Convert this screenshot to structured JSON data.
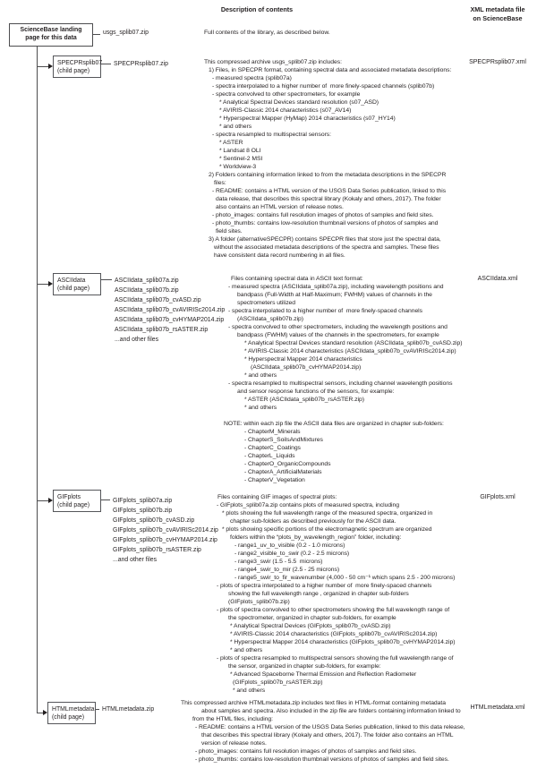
{
  "header": {
    "description_title": "Description of contents",
    "xml_title": "XML metadata file\non ScienceBase"
  },
  "root": {
    "box_label": "ScienceBase landing\npage for this data",
    "zip": "usgs_splib07.zip",
    "description": "Full contents of the library, as described below."
  },
  "colors": {
    "text": "#231f20",
    "lines": "#4d4d4f",
    "box_border": "#55565a",
    "background": "#ffffff"
  },
  "icons": {
    "branch_arrow": "right-arrowhead"
  },
  "sections": [
    {
      "id": "specpr",
      "box_title": "SPECPRsplib07",
      "box_subtitle": "(child page)",
      "zips": [
        "SPECPRsplib07.zip"
      ],
      "xml": "SPECPRsplib07.xml",
      "desc_lines": [
        {
          "i": 0,
          "t": "This compressed archive usgs_splib07.zip includes:"
        },
        {
          "i": 5,
          "t": "1) Files, in SPECPR format, containing spectral data and associated metadata descriptions:"
        },
        {
          "i": 9,
          "t": "- measured spectra (splib07a)"
        },
        {
          "i": 9,
          "t": "- spectra interpolated to a higher number of  more finely-spaced channels (splib07b)"
        },
        {
          "i": 9,
          "t": "- spectra convolved to other spectrometers, for example"
        },
        {
          "i": 17,
          "t": "* Analytical Spectral Devices standard resolution (s07_ASD)"
        },
        {
          "i": 17,
          "t": "* AVIRIS-Classic 2014 characteristics (s07_AV14)"
        },
        {
          "i": 17,
          "t": "* Hyperspectral Mapper (HyMap) 2014 characteristics (s07_HY14)"
        },
        {
          "i": 17,
          "t": "* and others"
        },
        {
          "i": 9,
          "t": "- spectra resampled to multispectral sensors:"
        },
        {
          "i": 17,
          "t": "* ASTER"
        },
        {
          "i": 17,
          "t": "* Landsat 8 OLI"
        },
        {
          "i": 17,
          "t": "* Sentinel-2 MSI"
        },
        {
          "i": 17,
          "t": "* Worldview-3"
        },
        {
          "i": 5,
          "t": "2) Folders containing information linked to from the metadata descriptions in the SPECPR"
        },
        {
          "i": 11,
          "t": "files:"
        },
        {
          "i": 9,
          "t": "- README: contains a HTML version of the USGS Data Series publication, linked to this"
        },
        {
          "i": 13,
          "t": "data release, that describes this spectral library (Kokaly and others, 2017). The folder"
        },
        {
          "i": 13,
          "t": "also contains an HTML version of release notes."
        },
        {
          "i": 9,
          "t": "- photo_images: contains full resolution images of photos of samples and field sites."
        },
        {
          "i": 9,
          "t": "- photo_thumbs: contains low-resolution thumbnail versions of photos of samples and"
        },
        {
          "i": 13,
          "t": "field sites."
        },
        {
          "i": 5,
          "t": "3) A folder (alternativeSPECPR) contains SPECPR files that store just the spectral data,"
        },
        {
          "i": 11,
          "t": "without the associated metadata descriptions of the spectra and samples. These files"
        },
        {
          "i": 11,
          "t": "have consistent data record numbering in all files."
        }
      ]
    },
    {
      "id": "ascii",
      "box_title": "ASCIIdata",
      "box_subtitle": "(child page)",
      "zips": [
        "ASCIIdata_splib07a.zip",
        "ASCIIdata_splib07b.zip",
        "ASCIIdata_splib07b_cvASD.zip",
        "ASCIIdata_splib07b_cvAVIRISc2014.zip",
        "ASCIIdata_splib07b_cvHYMAP2014.zip",
        "ASCIIdata_splib07b_rsASTER.zip",
        "...and other files"
      ],
      "xml": "ASCIIdata.xml",
      "desc_lines": [
        {
          "i": 0,
          "t": "Files containing spectral data in ASCII text format:"
        },
        {
          "i": -3,
          "t": "- measured spectra (ASCIIdata_splib07a.zip), including wavelength positions and"
        },
        {
          "i": 7,
          "t": "bandpass (Full-Width at Half-Maximum; FWHM) values of channels in the"
        },
        {
          "i": 7,
          "t": "spectrometers utilized"
        },
        {
          "i": -3,
          "t": "- spectra interpolated to a higher number of  more finely-spaced channels"
        },
        {
          "i": 7,
          "t": "(ASCIIdata_splib07b.zip)"
        },
        {
          "i": -3,
          "t": "- spectra convolved to other spectrometers, including the wavelength positions and"
        },
        {
          "i": 7,
          "t": "bandpass (FWHM) values of the channels in the spectrometers, for example"
        },
        {
          "i": 15,
          "t": "* Analytical Spectral Devices standard resolution (ASCIIdata_splib07b_cvASD.zip)"
        },
        {
          "i": 15,
          "t": "* AVIRIS-Classic 2014 characteristics (ASCIIdata_splib07b_cvAVIRISc2014.zip)"
        },
        {
          "i": 15,
          "t": "* Hyperspectral Mapper 2014 characteristics"
        },
        {
          "i": 22,
          "t": "(ASCIIdata_splib07b_cvHYMAP2014.zip)"
        },
        {
          "i": 15,
          "t": "* and others"
        },
        {
          "i": -3,
          "t": "- spectra resampled to multispectral sensors, including channel wavelength positions"
        },
        {
          "i": 7,
          "t": "and sensor response functions of the sensors, for example:"
        },
        {
          "i": 15,
          "t": "* ASTER (ASCIIdata_splib07b_rsASTER.zip)"
        },
        {
          "i": 15,
          "t": "* and others"
        },
        {
          "i": 0,
          "t": ""
        },
        {
          "i": -8,
          "t": "NOTE: within each zip file the ASCII data files are organized in chapter sub-folders:"
        },
        {
          "i": 15,
          "t": "- ChapterM_Minerals"
        },
        {
          "i": 15,
          "t": "- ChapterS_SoilsAndMixtures"
        },
        {
          "i": 15,
          "t": "- ChapterC_Coatings"
        },
        {
          "i": 15,
          "t": "- ChapterL_Liquids"
        },
        {
          "i": 15,
          "t": "- ChapterO_OrganicCompounds"
        },
        {
          "i": 15,
          "t": "- ChapterA_ArtificialMaterials"
        },
        {
          "i": 15,
          "t": "- ChapterV_Vegetation"
        }
      ]
    },
    {
      "id": "gif",
      "box_title": "GIFplots",
      "box_subtitle": "(child page)",
      "zips": [
        "GIFplots_splib07a.zip",
        "GIFplots_splib07b.zip",
        "GIFplots_splib07b_cvASD.zip",
        "GIFplots_splib07b_cvAVIRISc2014.zip",
        "GIFplots_splib07b_cvHYMAP2014.zip",
        "GIFplots_splib07b_rsASTER.zip",
        "...and other files"
      ],
      "xml": "GIFplots.xml",
      "desc_lines": [
        {
          "i": 0,
          "t": "Files containing GIF images of spectral plots:"
        },
        {
          "i": -1,
          "t": "- GIFplots_splib07a.zip contains plots of measured spectra, including"
        },
        {
          "i": 5,
          "t": "* plots showing the full wavelength range of the measured spectra, organized in"
        },
        {
          "i": 14,
          "t": "chapter sub-folders as described previously for the ASCII data."
        },
        {
          "i": 5,
          "t": "* plots showing specific portions of the electromagnetic spectrum are organized"
        },
        {
          "i": 14,
          "t": "folders within the “plots_by_wavelength_region” folder, including:"
        },
        {
          "i": 19,
          "t": "- range1_uv_to_visible (0.2 - 1.0 microns)"
        },
        {
          "i": 19,
          "t": "- range2_visible_to_swir (0.2 - 2.5 microns)"
        },
        {
          "i": 19,
          "t": "- range3_swir (1.5 - 5.5  microns)"
        },
        {
          "i": 19,
          "t": "- range4_swir_to_mir (2.5 - 25 microns)"
        },
        {
          "i": 19,
          "t": "- range5_swir_to_fir_wavenumber (4,000 - 50 cm⁻¹ which spans 2.5 - 200 microns)"
        },
        {
          "i": -1,
          "t": "- plots of spectra interpolated to a higher number of  more finely-spaced channels"
        },
        {
          "i": 12,
          "t": "showing the full wavelength range , organized in chapter sub-folders"
        },
        {
          "i": 12,
          "t": "(GIFplots_splib07b.zip)"
        },
        {
          "i": -1,
          "t": "- plots of spectra convolved to other spectrometers showing the full wavelength range of"
        },
        {
          "i": 12,
          "t": "the spectrometer, organized in chapter sub-folders, for example"
        },
        {
          "i": 14,
          "t": "* Analytical Spectral Devices (GIFplots_splib07b_cvASD.zip)"
        },
        {
          "i": 14,
          "t": "* AVIRIS-Classic 2014 characteristics (GIFplots_splib07b_cvAVIRISc2014.zip)"
        },
        {
          "i": 14,
          "t": "* Hyperspectral Mapper 2014 characteristics (GIFplots_splib07b_cvHYMAP2014.zip)"
        },
        {
          "i": 14,
          "t": "* and others"
        },
        {
          "i": -1,
          "t": "- plots of spectra resampled to multispectral sensors showing the full wavelength range of"
        },
        {
          "i": 12,
          "t": "the sensor, organized in chapter sub-folders, for example:"
        },
        {
          "i": 14,
          "t": "* Advanced Spaceborne Thermal Emission and Reflection Radiometer"
        },
        {
          "i": 17,
          "t": "(GIFplots_splib07b_rsASTER.zip)"
        },
        {
          "i": 17,
          "t": "* and others"
        }
      ]
    },
    {
      "id": "html",
      "box_title": "HTMLmetadata",
      "box_subtitle": "(child page)",
      "zips": [
        "HTMLmetadata.zip"
      ],
      "xml": "HTMLmetadata.xml",
      "desc_lines": [
        {
          "i": 0,
          "t": "This compressed archive HTMLmetadata.zip includes text files in HTML-format containing metadata"
        },
        {
          "i": 23,
          "t": "about samples and spectra. Also included in the zip file are folders containing information linked to"
        },
        {
          "i": 13,
          "t": "from the HTML files, including:"
        },
        {
          "i": 16,
          "t": "- README: contains a HTML version of the USGS Data Series publication, linked to this data release,"
        },
        {
          "i": 23,
          "t": "that describes this spectral library (Kokaly and others, 2017). The folder also contains an HTML"
        },
        {
          "i": 23,
          "t": "version of release notes."
        },
        {
          "i": 16,
          "t": "- photo_images: contains full resolution images of photos of samples and field sites."
        },
        {
          "i": 16,
          "t": "- photo_thumbs: contains low-resolution thumbnail versions of photos of samples and field sites."
        }
      ]
    }
  ]
}
